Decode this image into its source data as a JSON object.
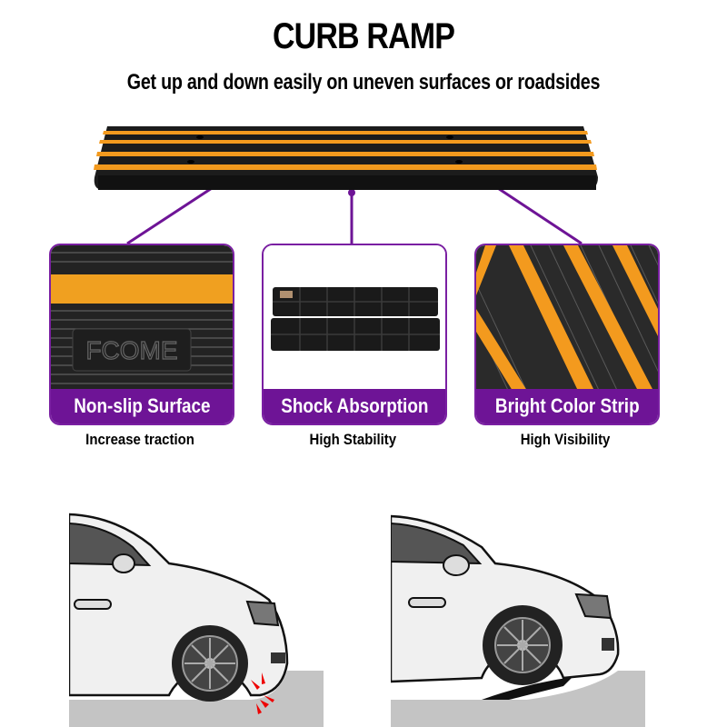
{
  "header": {
    "title": "CURB RAMP",
    "subtitle": "Get up and down easily on uneven surfaces or roadsides"
  },
  "product": {
    "name": "curb-ramp",
    "embossed_brand": "FCOME",
    "colors": {
      "rubber": "#1c1c1c",
      "strip": "#f39a1e",
      "accent": "#6e1496"
    }
  },
  "features": [
    {
      "label": "Non-slip Surface",
      "caption": "Increase traction"
    },
    {
      "label": "Shock Absorption",
      "caption": "High Stability"
    },
    {
      "label": "Bright Color Strip",
      "caption": "High Visibility"
    }
  ],
  "comparison": [
    {
      "scene": "car-without-ramp",
      "indicator": "impact-marks"
    },
    {
      "scene": "car-with-ramp",
      "indicator": "ramp-under-wheel"
    }
  ]
}
